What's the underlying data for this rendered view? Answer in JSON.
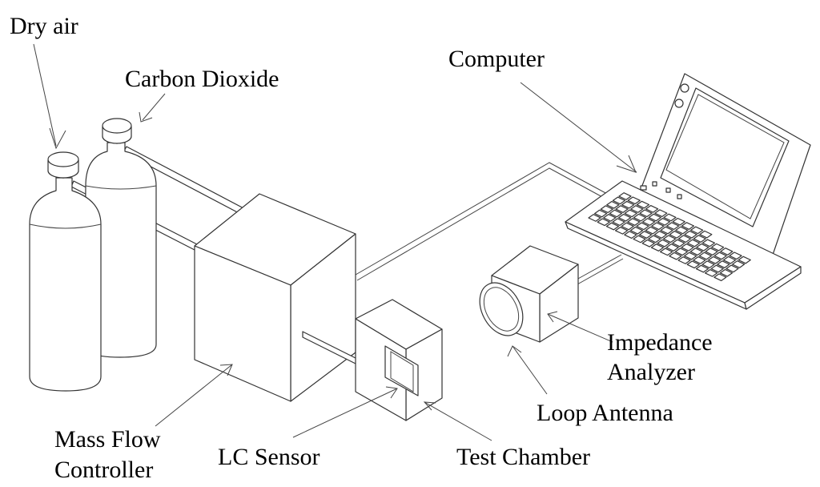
{
  "diagram": {
    "labels": {
      "dry_air": "Dry air",
      "carbon_dioxide": "Carbon Dioxide",
      "computer": "Computer",
      "impedance_analyzer_line1": "Impedance",
      "impedance_analyzer_line2": "Analyzer",
      "loop_antenna": "Loop Antenna",
      "mass_flow_controller_line1": "Mass Flow",
      "mass_flow_controller_line2": "Controller",
      "lc_sensor": "LC Sensor",
      "test_chamber": "Test Chamber"
    },
    "colors": {
      "line": "#333333",
      "background": "#ffffff"
    }
  }
}
